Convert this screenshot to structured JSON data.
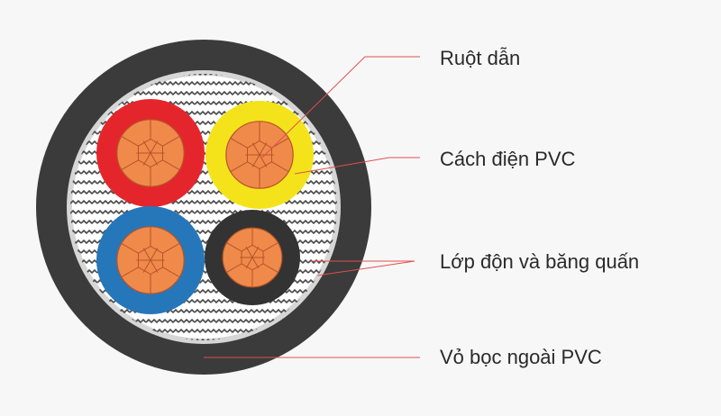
{
  "labels": [
    "Ruột dẫn",
    "Cách điện PVC",
    "Lớp độn và băng quấn",
    "Vỏ bọc ngoài PVC"
  ],
  "colors": {
    "background": "#f7f7f7",
    "outer_sheath": "#3b3b3b",
    "tape_ring": "#d6d6d6",
    "filler": "#ffffff",
    "filler_pattern": "#4a4a4a",
    "core_red": "#e4262c",
    "core_yellow": "#f4e31b",
    "core_blue": "#2677b9",
    "core_black": "#333333",
    "conductor": "#f08a4b",
    "conductor_strand_line": "#b5542a",
    "leader_line": "#e0504f",
    "text": "#2a2a2a"
  },
  "icons": {
    "conductor_core": "stranded-copper-core-icon"
  }
}
